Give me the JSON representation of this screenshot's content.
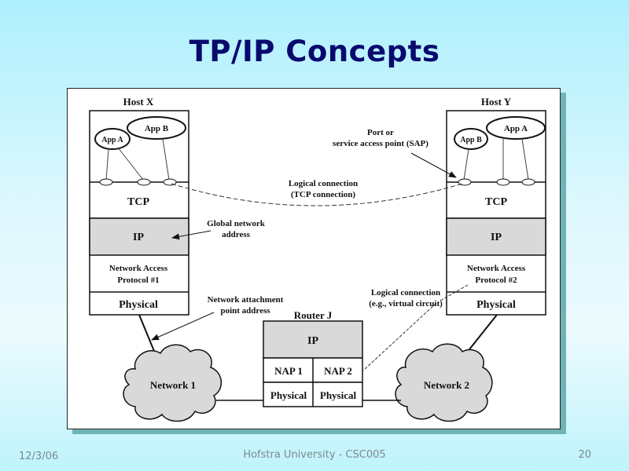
{
  "slide": {
    "title": "TP/IP Concepts",
    "footer": {
      "date": "12/3/06",
      "center": "Hofstra University - CSC005",
      "page": "20"
    }
  },
  "diagram": {
    "host_x": {
      "label": "Host X",
      "apps": [
        "App A",
        "App B"
      ],
      "layers": {
        "tcp": "TCP",
        "ip": "IP",
        "nap_line1": "Network Access",
        "nap_line2": "Protocol #1",
        "physical": "Physical"
      }
    },
    "host_y": {
      "label": "Host Y",
      "apps": [
        "App B",
        "App A"
      ],
      "layers": {
        "tcp": "TCP",
        "ip": "IP",
        "nap_line1": "Network Access",
        "nap_line2": "Protocol #2",
        "physical": "Physical"
      }
    },
    "router": {
      "label": "Router J",
      "ip": "IP",
      "nap1": "NAP 1",
      "nap2": "NAP 2",
      "physical1": "Physical",
      "physical2": "Physical"
    },
    "networks": {
      "network1": "Network 1",
      "network2": "Network 2"
    },
    "annotations": {
      "port_line1": "Port or",
      "port_line2": "service access point (SAP)",
      "tcp_conn_line1": "Logical connection",
      "tcp_conn_line2": "(TCP connection)",
      "global_line1": "Global network",
      "global_line2": "address",
      "attach_line1": "Network attachment",
      "attach_line2": "point address",
      "vc_line1": "Logical connection",
      "vc_line2": "(e.g., virtual circuit)"
    },
    "colors": {
      "ip_fill": "#d9d9d9",
      "cloud_fill": "#d9d9d9",
      "title": "#0a0a6e"
    }
  }
}
